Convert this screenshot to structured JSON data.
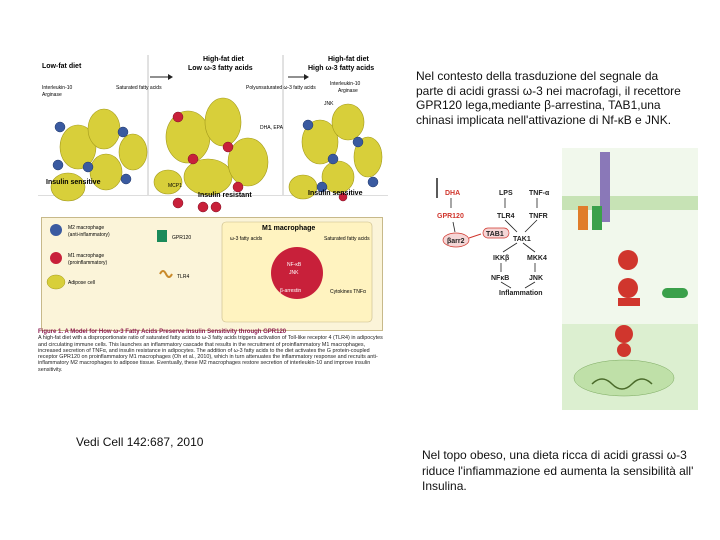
{
  "right_text_top": "Nel contesto della trasduzione del segnale da parte di acidi grassi ω-3 nei macrofagi, il recettore GPR120 lega,mediante β-arrestina, TAB1,una chinasi implicata nell'attivazione di Nf-κB e JNK.",
  "citation": "Vedi Cell 142:687, 2010",
  "right_text_bottom": "Nel topo obeso, una dieta ricca di acidi grassi ω-3 riduce l'infiammazione  ed aumenta la sensibilità all' Insulina.",
  "figure": {
    "panel_low_fat": "Low-fat diet",
    "panel_high_fat_low": "High-fat diet",
    "panel_high_fat_low_sub": "Low ω-3 fatty acids",
    "panel_high_fat_high": "High-fat diet",
    "panel_high_fat_high_sub": "High ω-3 fatty acids",
    "interleukin_left": "Interleukin-10",
    "arginase_left": "Arginase",
    "saturated_fa": "Saturated fatty acids",
    "polyunsaturated": "Polyunsaturated ω-3 fatty acids",
    "interleukin_right": "Interleukin-10",
    "arginase_right": "Arginase",
    "jnk_top": "JNK",
    "dha_epa": "DHA, EPA",
    "insulin_sensitive": "Insulin sensitive",
    "mcp1": "MCP1",
    "insulin_resistant": "Insulin resistant",
    "insulin_sensitive_right": "Insulin sensitive",
    "m2_label": "M2 macrophage",
    "m2_sub": "(anti-inflammatory)",
    "m1_label": "M1 macrophage",
    "m1_sub": "(proinflammatory)",
    "adipose_label": "Adipose cell",
    "gpr120_legend": "GPR120",
    "tlr4_legend": "TLR4",
    "m1_box_title": "M1 macrophage",
    "omega3_box": "ω-3 fatty acids",
    "saturated_box": "Saturated fatty acids",
    "nfkb_box": "NF-κB",
    "jnk_box": "JNK",
    "barrestin_box": "β-arrestin",
    "cytokines_box": "Cytokines TNFα",
    "caption_title": "Figure 1. A Model for How ω-3 Fatty Acids Preserve Insulin Sensitivity through GPR120",
    "caption_body": "A high-fat diet with a disproportionate ratio of saturated fatty acids to ω-3 fatty acids triggers activation of Toll-like receptor 4 (TLR4) in adipocytes and circulating immune cells. This launches an inflammatory cascade that results in the recruitment of proinflammatory M1 macrophages, increased secretion of TNFα, and insulin resistance in adipocytes. The addition of ω-3 fatty acids to the diet activates the G protein-coupled receptor GPR120 on proinflammatory M1 macrophages (Oh et al., 2010), which in turn attenuates the inflammatory response and recruits anti-inflammatory M2 macrophages to adipose tissue. Eventually, these M2 macrophages restore secretion of interleukin-10 and improve insulin sensitivity."
  },
  "pathway": {
    "dha": "DHA",
    "gpr120": "GPR120",
    "barr2": "βarr2",
    "tab1": "TAB1",
    "lps": "LPS",
    "tlr4": "TLR4",
    "tnfa": "TNF-α",
    "tnfr": "TNFR",
    "tak1": "TAK1",
    "ikkb": "IKKβ",
    "mkk4": "MKK4",
    "nfkb": "NFκB",
    "jnk": "JNK",
    "inflammation": "Inflammation"
  },
  "colors": {
    "accent_red": "#d0362d",
    "caption_title": "#8b1a4d",
    "adipose": "#d8cf3a",
    "m1": "#c8203a",
    "m2": "#3a5aa0",
    "legend_bg": "#fbf4d9"
  }
}
